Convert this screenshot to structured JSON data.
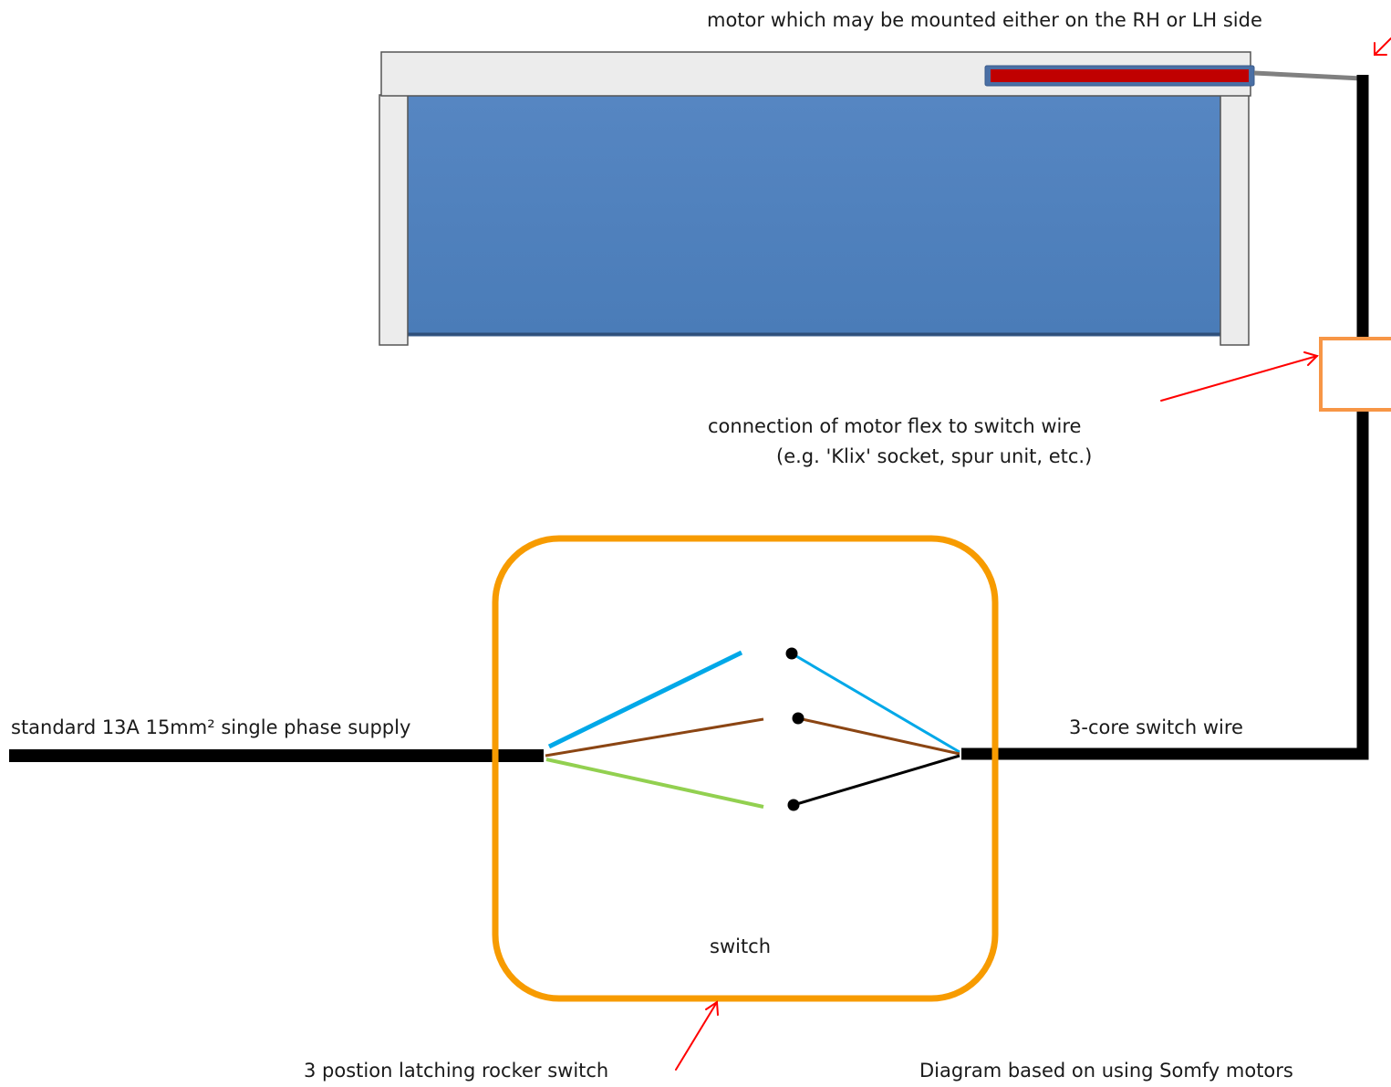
{
  "labels": {
    "motor_note": "motor which may be mounted either on the RH or LH side",
    "connection_line1": "connection of motor flex to switch wire",
    "connection_line2": "(e.g. 'Klix' socket, spur unit, etc.)",
    "supply": "standard 13A 15mm² single phase supply",
    "switch_wire": "3-core switch wire",
    "switch": "switch",
    "rocker_switch": "3 postion latching rocker switch",
    "credit": "Diagram based on using Somfy motors"
  },
  "colors": {
    "blind_fabric": "#4f81bd",
    "blind_frame": "#ececec",
    "motor": "#c00000",
    "motor_outline": "#4a6fa5",
    "switch_box": "#f79b00",
    "connector_box": "#f79646",
    "cable": "#000000",
    "annotation_arrow": "#ff0000",
    "wire_blue": "#00a8e8",
    "wire_brown": "#8b4513",
    "wire_green_yellow": "#92d050",
    "wire_black": "#000000"
  }
}
